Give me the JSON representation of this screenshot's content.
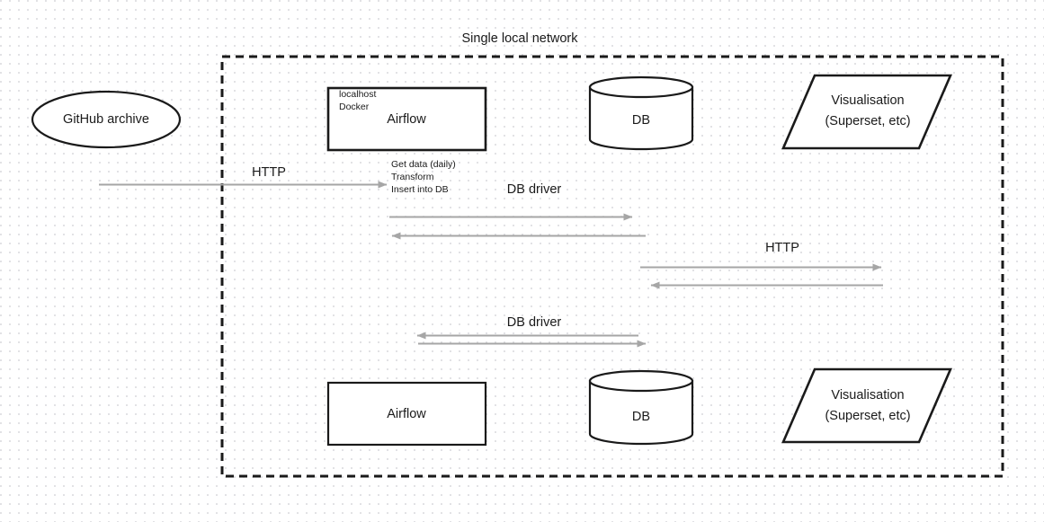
{
  "diagram": {
    "title": "Single local network",
    "boundary": {
      "style": "dashed",
      "color": "#1a1a1a"
    },
    "nodes": {
      "github_archive": {
        "label": "GitHub archive",
        "shape": "ellipse"
      },
      "airflow_top": {
        "label": "Airflow",
        "shape": "rectangle",
        "tags": [
          "localhost",
          "Docker"
        ]
      },
      "db_top": {
        "label": "DB",
        "shape": "cylinder"
      },
      "viz_top": {
        "line1": "Visualisation",
        "line2": "(Superset, etc)",
        "shape": "parallelogram"
      },
      "airflow_bottom": {
        "label": "Airflow",
        "shape": "rectangle"
      },
      "db_bottom": {
        "label": "DB",
        "shape": "cylinder"
      },
      "viz_bottom": {
        "line1": "Visualisation",
        "line2": "(Superset, etc)",
        "shape": "parallelogram"
      }
    },
    "steps": {
      "line1": "Get data (daily)",
      "line2": "Transform",
      "line3": "Insert into DB"
    },
    "edges": [
      {
        "label": "HTTP",
        "from": "github_archive",
        "to": "airflow_top",
        "direction": "right"
      },
      {
        "label": "DB driver",
        "from": "airflow_top",
        "to": "db_top",
        "direction": "both"
      },
      {
        "label": "HTTP",
        "from": "db_top",
        "to": "viz_top",
        "direction": "both"
      },
      {
        "label": "DB driver",
        "from": "airflow_bottom",
        "to": "db_bottom",
        "direction": "both"
      }
    ],
    "edge_labels": {
      "http_left": "HTTP",
      "db_driver_upper": "DB driver",
      "http_right": "HTTP",
      "db_driver_lower": "DB driver"
    },
    "colors": {
      "stroke": "#1a1a1a",
      "arrow": "#a6a6a6",
      "background": "#ffffff",
      "grid_dot": "#d8d8dc"
    }
  }
}
